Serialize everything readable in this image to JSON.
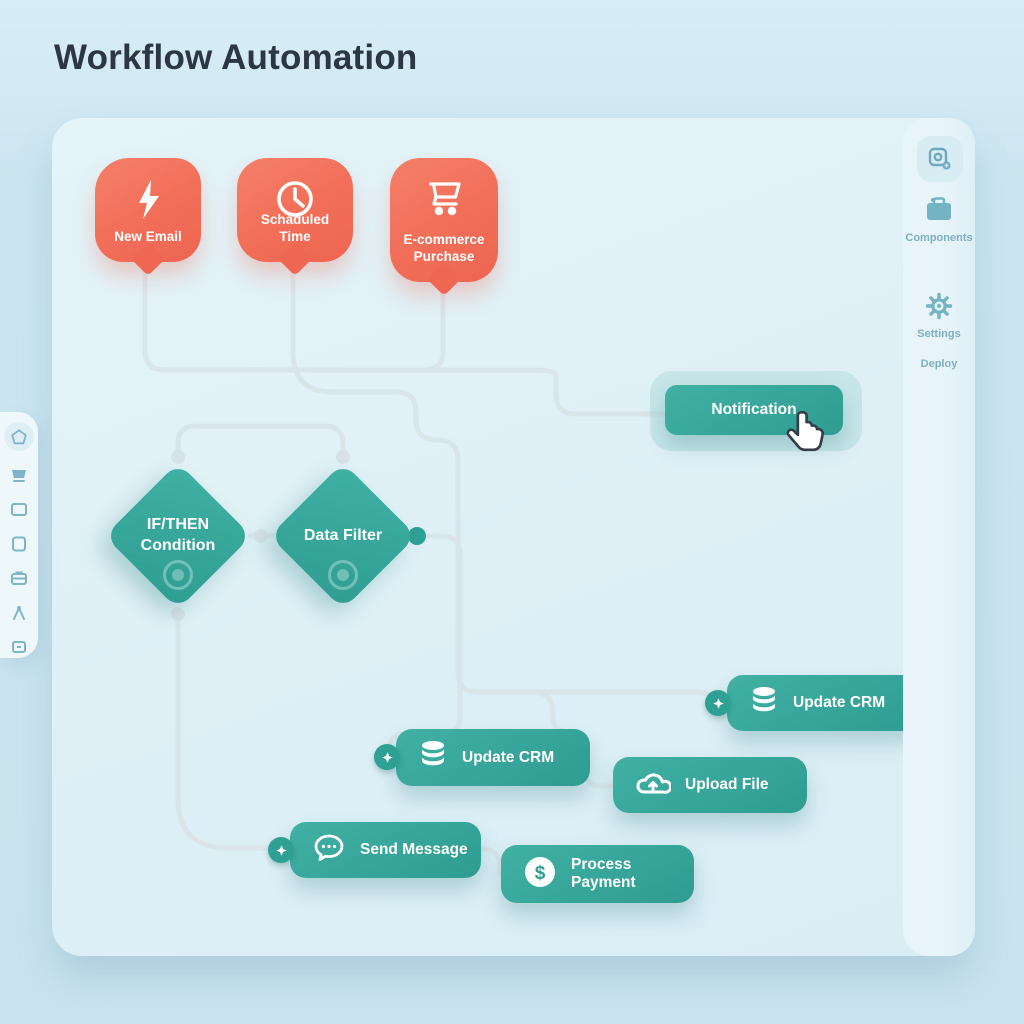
{
  "title": "Workflow Automation",
  "colors": {
    "page_bg": "#cbe5f0",
    "canvas_bg": "#ddeff6",
    "trigger_coral": "#f2705a",
    "node_teal": "#35a89b",
    "connector_gray": "#dae5ea",
    "title_text": "#2c3644",
    "sidebar_text": "#7cb0c1"
  },
  "right_sidebar": {
    "top_button_icon": "component-add-icon",
    "items": [
      {
        "label": "Components",
        "icon": "briefcase-icon"
      },
      {
        "label": "Settings",
        "icon": "gear-icon"
      },
      {
        "label": "Deploy"
      }
    ]
  },
  "left_sidebar": {
    "icons": [
      "home-icon",
      "basket-icon",
      "frame-icon",
      "page-icon",
      "case-icon",
      "compass-icon",
      "panel-icon"
    ]
  },
  "workflow": {
    "triggers": [
      {
        "label": "New Email",
        "icon": "lightning-icon"
      },
      {
        "label": "Schaduled Time",
        "icon": "clock-icon"
      },
      {
        "label": "E-commerce Purchase",
        "icon": "cart-icon"
      }
    ],
    "conditions": [
      {
        "label_line1": "IF/THEN",
        "label_line2": "Condition"
      },
      {
        "label_line1": "Data Filter",
        "label_line2": ""
      }
    ],
    "actions": [
      {
        "label": "Notification",
        "selected": true
      },
      {
        "label": "Update CRM",
        "icon": "database-icon"
      },
      {
        "label": "Update CRM",
        "icon": "database-icon"
      },
      {
        "label": "Upload File",
        "icon": "cloud-upload-icon"
      },
      {
        "label": "Send Message",
        "icon": "chat-icon"
      },
      {
        "label": "Process Payment",
        "icon": "dollar-icon"
      }
    ]
  }
}
